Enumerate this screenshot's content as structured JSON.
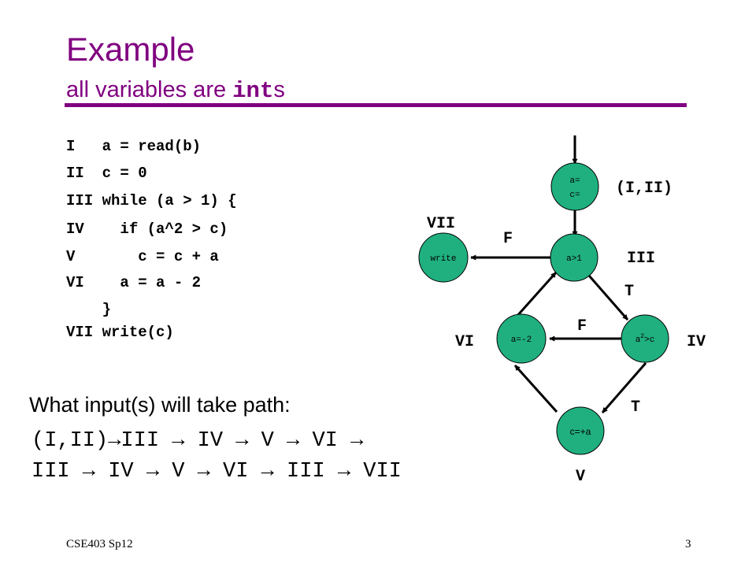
{
  "slide": {
    "title": "Example",
    "subtitle_prefix": "all variables are ",
    "subtitle_code": "int",
    "subtitle_suffix": "s"
  },
  "code_lines": [
    "I   a = read(b)",
    "II  c = 0",
    "III while (a > 1) {",
    "IV    if (a^2 > c)",
    "V       c = c + a",
    "VI    a = a - 2",
    "    }",
    "VII write(c)"
  ],
  "question": {
    "text": "What input(s) will take path:",
    "path_line1": "(I,II)→III → IV → V → VI →",
    "path_line2": "III → IV → V → VI → III → VII"
  },
  "graph": {
    "nodes": {
      "start": {
        "line1": "a=",
        "line2": "c="
      },
      "cond": "a>1",
      "write": "write",
      "test_base": "a",
      "test_sup": "2",
      "test_rest": ">c",
      "dec": "a=-2",
      "add": "c=+a"
    },
    "labels": {
      "start_tag": "(I,II)",
      "write_tag": "VII",
      "cond_tag": "III",
      "test_tag": "IV",
      "dec_tag": "VI",
      "add_tag": "V",
      "edge_false_write": "F",
      "edge_true_test": "T",
      "edge_false_dec": "F",
      "edge_true_add": "T"
    },
    "colors": {
      "node_fill": "#20b080",
      "node_stroke": "#000000",
      "edge": "#000000"
    }
  },
  "footer": {
    "course": "CSE403 Sp12",
    "page_number": "3"
  }
}
